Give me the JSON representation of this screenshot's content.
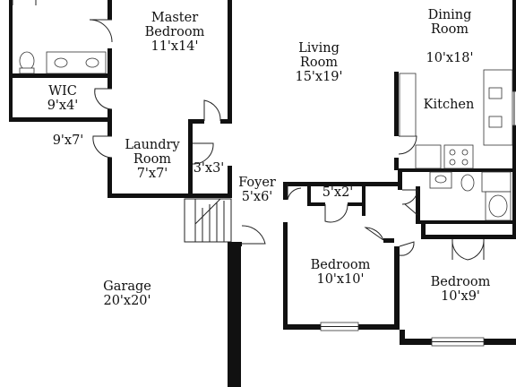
{
  "rooms": {
    "master": {
      "name1": "Master",
      "name2": "Bedroom",
      "dims": "11'x14'"
    },
    "living": {
      "name1": "Living",
      "name2": "Room",
      "dims": "15'x19'"
    },
    "dining": {
      "name1": "Dining",
      "name2": "Room",
      "dims": "10'x18'"
    },
    "kitchen": {
      "name": "Kitchen"
    },
    "wic": {
      "name": "WIC",
      "dims": "9'x4'"
    },
    "closet_left": {
      "dims": "9'x7'"
    },
    "laundry": {
      "name1": "Laundry",
      "name2": "Room",
      "dims": "7'x7'"
    },
    "closet_small": {
      "dims": "3'x3'"
    },
    "foyer": {
      "name": "Foyer",
      "dims": "5'x6'"
    },
    "closet_bed": {
      "dims": "5'x2'"
    },
    "bedroom1": {
      "name": "Bedroom",
      "dims": "10'x10'"
    },
    "bedroom2": {
      "name": "Bedroom",
      "dims": "10'x9'"
    },
    "garage": {
      "name": "Garage",
      "dims": "20'x20'"
    }
  },
  "colors": {
    "wall": "#111111",
    "background": "#ffffff"
  }
}
